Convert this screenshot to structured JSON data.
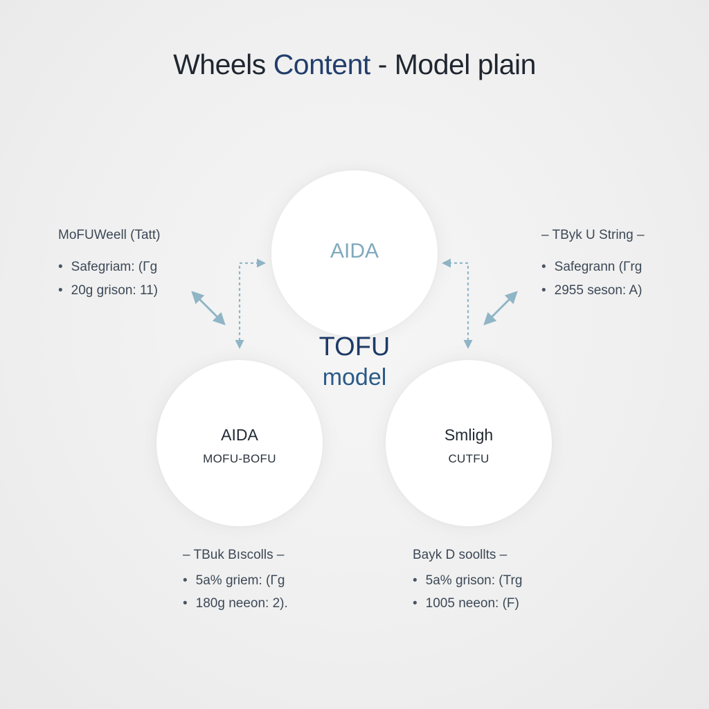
{
  "title": {
    "part1": "Wheels",
    "part2": "Content",
    "part3": "- Model plain"
  },
  "center": {
    "line1": "TOFU",
    "line2": "model"
  },
  "circles": {
    "top": {
      "label": "AIDA"
    },
    "left": {
      "label": "AIDA",
      "sub": "MOFU-BOFU"
    },
    "right": {
      "label": "Smligh",
      "sub": "CUTFU"
    }
  },
  "panels": {
    "top_left": {
      "heading": "MoFUWeell (Tatt)",
      "items": [
        "Safegriam: (Γg",
        "20g grison: 11)"
      ]
    },
    "top_right": {
      "heading": "– TByk U String –",
      "items": [
        "Safegrann (Γrg",
        "2955 seson: A)"
      ]
    },
    "bottom_left": {
      "heading": "– TBuk Bıscolls –",
      "items": [
        "5a% griem: (Γg",
        "180g neeon: 2)."
      ]
    },
    "bottom_right": {
      "heading": "Bayk D soollts –",
      "items": [
        "5a% grison: (Trg",
        "1005 neeon: (F)"
      ]
    }
  },
  "colors": {
    "arrow": "#8fb5c6",
    "title_accent": "#223e6b",
    "top_circle_text": "#7fa9bd"
  }
}
